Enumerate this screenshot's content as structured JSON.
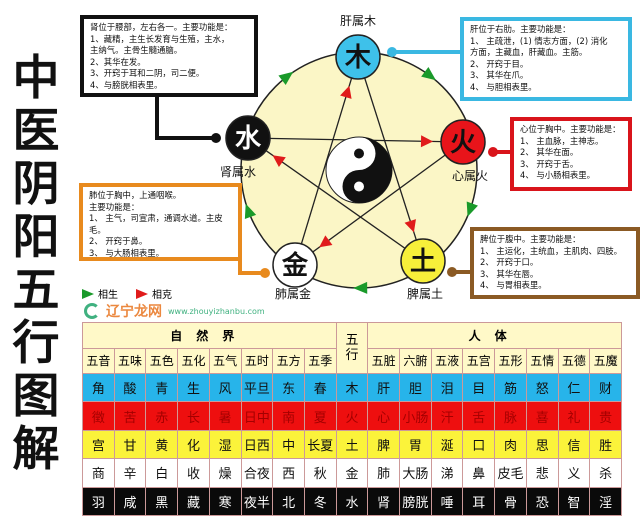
{
  "title": "中医阴阳五行图解",
  "elements": [
    {
      "char": "木",
      "label": "肝属木",
      "color": "#3ec1ea",
      "text_color": "#111"
    },
    {
      "char": "火",
      "label": "心属火",
      "color": "#e8141a",
      "text_color": "#111"
    },
    {
      "char": "土",
      "label": "脾属土",
      "color": "#f7ef3a",
      "text_color": "#111"
    },
    {
      "char": "金",
      "label": "肺属金",
      "color": "#ffffff",
      "text_color": "#111"
    },
    {
      "char": "水",
      "label": "肾属水",
      "color": "#111111",
      "text_color": "#ffffff"
    }
  ],
  "boxes": {
    "kidney": {
      "color": "#111111",
      "text": "肾位于腰部，左右各一。主要功能是：\n1、藏精，主生长发育与生殖，主水，\n主纳气。主骨生髓通脑。\n2、其华在发。\n3、开窍于耳和二阴，司二便。\n4、与膀胱相表里。"
    },
    "liver": {
      "color": "#3ab8e2",
      "text": "肝位于右肋。主要功能是：\n1、 主疏泄，(1) 情志方面，(2) 消化\n方面，主藏血，肝藏血。主筋。\n2、 开窍于目。\n3、 其华在爪。\n4、 与胆相表里。"
    },
    "heart": {
      "color": "#d9141b",
      "text": "心位于胸中。主要功能是：\n1、 主血脉，主神志。\n2、 其华在面。\n3、 开窍于舌。\n4、 与小肠相表里。"
    },
    "lung": {
      "color": "#e88a1e",
      "text": "肺位于胸中，上通咽喉。\n主要功能是：\n1、 主气，司宣肃，通调水道。主皮毛。\n2、 开窍于鼻。\n3、 与大肠相表里。"
    },
    "spleen": {
      "color": "#8b5a24",
      "text": "脾位于腹中。主要功能是：\n1、 主运化，主统血，主肌肉、四肢。\n2、 开窍于口。\n3、 其华在唇。\n4、 与胃相表里。"
    }
  },
  "legend": {
    "generate": "相生",
    "generate_color": "#1a9a2a",
    "restrain": "相克",
    "restrain_color": "#e01b1b"
  },
  "table": {
    "nature_header": "自然界",
    "element_header": "五行",
    "body_header": "人体",
    "nature_cols": [
      "五音",
      "五味",
      "五色",
      "五化",
      "五气",
      "五时",
      "五方",
      "五季"
    ],
    "body_cols": [
      "五脏",
      "六腑",
      "五液",
      "五宫",
      "五形",
      "五情",
      "五德",
      "五魔"
    ],
    "rows": [
      {
        "bg": "#27b4ea",
        "fg": "#111",
        "cells": [
          "角",
          "酸",
          "青",
          "生",
          "风",
          "平旦",
          "东",
          "春",
          "木",
          "肝",
          "胆",
          "泪",
          "目",
          "筋",
          "怒",
          "仁",
          "财"
        ]
      },
      {
        "bg": "#ee0f0f",
        "fg": "#a40000",
        "cells": [
          "徵",
          "苦",
          "赤",
          "长",
          "暑",
          "日中",
          "南",
          "夏",
          "火",
          "心",
          "小肠",
          "汗",
          "舌",
          "脉",
          "喜",
          "礼",
          "贵"
        ]
      },
      {
        "bg": "#fbf33a",
        "fg": "#111",
        "cells": [
          "宫",
          "甘",
          "黄",
          "化",
          "湿",
          "日西",
          "中",
          "长夏",
          "土",
          "脾",
          "胃",
          "涎",
          "口",
          "肉",
          "思",
          "信",
          "胜"
        ]
      },
      {
        "bg": "#ffffff",
        "fg": "#111",
        "cells": [
          "商",
          "辛",
          "白",
          "收",
          "燥",
          "合夜",
          "西",
          "秋",
          "金",
          "肺",
          "大肠",
          "涕",
          "鼻",
          "皮毛",
          "悲",
          "义",
          "杀"
        ]
      },
      {
        "bg": "#0a0a0a",
        "fg": "#fff",
        "cells": [
          "羽",
          "咸",
          "黑",
          "藏",
          "寒",
          "夜半",
          "北",
          "冬",
          "水",
          "肾",
          "膀胱",
          "唾",
          "耳",
          "骨",
          "恐",
          "智",
          "淫"
        ]
      }
    ]
  },
  "watermark": {
    "text": "辽宁龙网",
    "url_text": "www.zhouyizhanbu.com"
  }
}
